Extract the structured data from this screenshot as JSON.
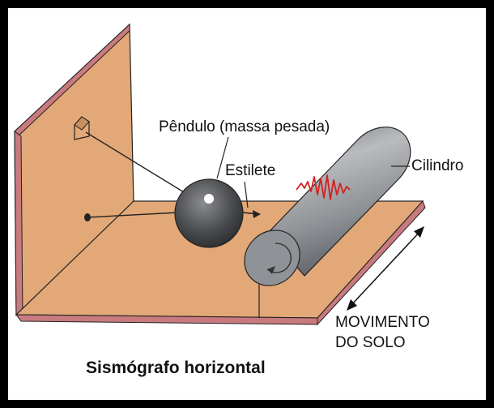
{
  "labels": {
    "pendulum": "Pêndulo (massa pesada)",
    "stylus": "Estilete",
    "cylinder": "Cilindro",
    "ground_motion_line1": "MOVIMENTO",
    "ground_motion_line2": "DO SOLO"
  },
  "caption": "Sismógrafo horizontal",
  "colors": {
    "background": "#ffffff",
    "frame": "#000000",
    "board_face": "#e3a877",
    "board_edge": "#c97a7e",
    "mass": "#4a4c4f",
    "cylinder": "#8f9296",
    "seismogram_trace": "#d52020"
  }
}
